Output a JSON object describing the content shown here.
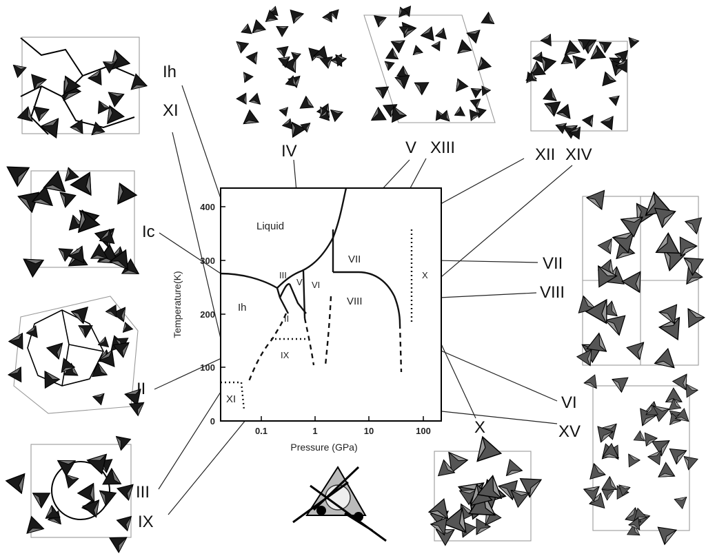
{
  "plot": {
    "xlabel": "Pressure (GPa)",
    "ylabel": "Temperature(K)",
    "xticks": [
      "0.1",
      "1",
      "10",
      "100"
    ],
    "yticks": [
      "0",
      "100",
      "200",
      "300",
      "400"
    ]
  },
  "regions": {
    "liquid": "Liquid",
    "iii": "III",
    "v": "V",
    "vi": "VI",
    "ii": "II",
    "ix": "IX",
    "xi": "XI",
    "ih": "Ih",
    "vii": "VII",
    "viii": "VIII",
    "x": "X"
  },
  "callouts": {
    "ih": "Ih",
    "xi": "XI",
    "ic": "Ic",
    "ii": "II",
    "iii": "III",
    "ix": "IX",
    "iv": "IV",
    "v": "V",
    "xiii": "XIII",
    "xii": "XII",
    "xiv": "XIV",
    "vii": "VII",
    "viii": "VIII",
    "vi": "VI",
    "x": "X",
    "xv": "XV"
  },
  "structures": [
    {
      "id": "ih",
      "shade": "#1a1a1a"
    },
    {
      "id": "ic",
      "shade": "#1a1a1a"
    },
    {
      "id": "ii",
      "shade": "#1a1a1a"
    },
    {
      "id": "iii",
      "shade": "#1a1a1a"
    },
    {
      "id": "iv",
      "shade": "#1a1a1a"
    },
    {
      "id": "v",
      "shade": "#1a1a1a"
    },
    {
      "id": "xii",
      "shade": "#1a1a1a"
    },
    {
      "id": "vii-viii",
      "shade": "#3a3a3a"
    },
    {
      "id": "vi",
      "shade": "#444444"
    },
    {
      "id": "x-like",
      "shade": "#555555"
    }
  ]
}
